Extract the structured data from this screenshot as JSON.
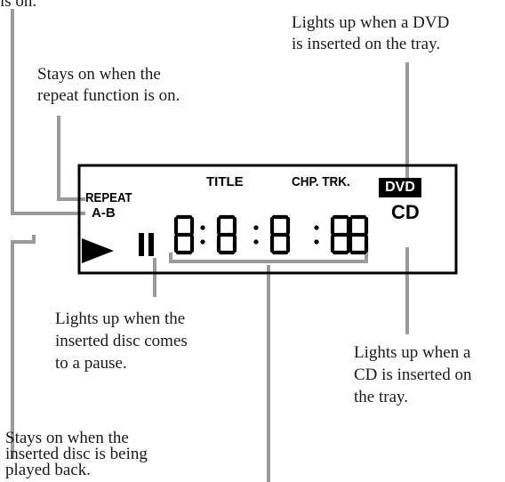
{
  "captions": {
    "repeat_ab": {
      "lines": [
        "is on."
      ]
    },
    "dvd": {
      "lines": [
        "Lights up when a DVD",
        "is inserted on the tray."
      ]
    },
    "repeat": {
      "lines": [
        "Stays on when the",
        "repeat function is on."
      ]
    },
    "pause": {
      "lines": [
        "Lights up when the",
        "inserted disc comes",
        "to a pause."
      ]
    },
    "cd": {
      "lines": [
        "Lights up when a",
        "CD is inserted on",
        "the tray."
      ]
    },
    "play": {
      "lines": [
        "Stays on when the",
        "inserted disc is being",
        "played back."
      ]
    }
  },
  "display": {
    "repeat_label": "REPEAT",
    "ab_label": "A-B",
    "title_label": "TITLE",
    "chp_trk_label": "CHP. TRK.",
    "dvd_label": "DVD",
    "cd_label": "CD",
    "play_icon": "play-triangle",
    "pause_icon": "pause-bars",
    "digits_icon": "seven-segment-digits"
  },
  "colors": {
    "leader_line": "#9a9a9a",
    "display_frame": "#000000",
    "indicator": "#000000",
    "text": "#1a1a1a"
  }
}
